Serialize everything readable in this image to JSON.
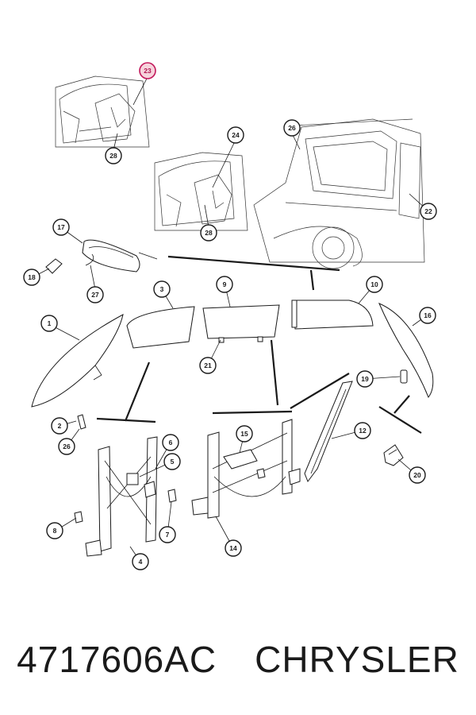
{
  "caption": {
    "part_number": "4717606AC",
    "brand": "CHRYSLER"
  },
  "highlight_color": "#c2185b",
  "callouts": [
    "1",
    "2",
    "3",
    "4",
    "5",
    "6",
    "7",
    "8",
    "9",
    "10",
    "12",
    "14",
    "15",
    "16",
    "17",
    "18",
    "19",
    "20",
    "21",
    "22",
    "23",
    "24",
    "26",
    "26",
    "27",
    "28",
    "28"
  ]
}
